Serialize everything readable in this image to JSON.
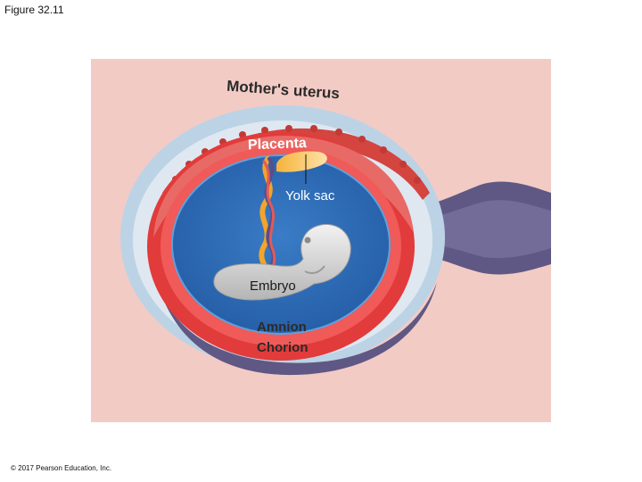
{
  "figure_title": "Figure 32.11",
  "copyright": "© 2017 Pearson Education, Inc.",
  "labels": {
    "mother_uterus": "Mother's uterus",
    "placenta": "Placenta",
    "yolk_sac": "Yolk sac",
    "embryo": "Embryo",
    "amnion": "Amnion",
    "chorion": "Chorion"
  },
  "colors": {
    "uterus_wall": "#f3c9c4",
    "outer_band": "#bcd3e6",
    "placenta": "#e25a58",
    "chorion": "#e23b3b",
    "amniotic_fluid": "#2f6db5",
    "embryo": "#cfcfcf",
    "yolk_sac": "#f2a42b",
    "vessels": "#5a4d8a"
  }
}
